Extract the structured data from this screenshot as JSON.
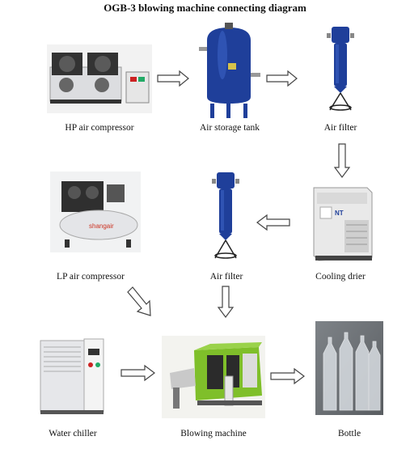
{
  "title": "OGB-3 blowing machine connecting diagram",
  "nodes": {
    "hp_compressor": {
      "label": "HP air compressor"
    },
    "storage_tank": {
      "label": "Air storage tank"
    },
    "air_filter_top": {
      "label": "Air filter"
    },
    "lp_compressor": {
      "label": "LP air compressor"
    },
    "air_filter_mid": {
      "label": "Air filter"
    },
    "cooling_drier": {
      "label": "Cooling drier"
    },
    "water_chiller": {
      "label": "Water chiller"
    },
    "blowing_machine": {
      "label": "Blowing machine"
    },
    "bottle": {
      "label": "Bottle"
    }
  },
  "brand_text": {
    "compressor": "shangair",
    "drier": "NT"
  },
  "colors": {
    "arrow": "#444444",
    "tank_blue": "#1f3f9a",
    "compressor_white": "#e9eaec",
    "machine_green": "#7fbf2a"
  },
  "edges": [
    [
      "hp_compressor",
      "storage_tank"
    ],
    [
      "storage_tank",
      "air_filter_top"
    ],
    [
      "air_filter_top",
      "cooling_drier"
    ],
    [
      "cooling_drier",
      "air_filter_mid"
    ],
    [
      "lp_compressor",
      "blowing_machine"
    ],
    [
      "air_filter_mid",
      "blowing_machine"
    ],
    [
      "water_chiller",
      "blowing_machine"
    ],
    [
      "blowing_machine",
      "bottle"
    ]
  ]
}
